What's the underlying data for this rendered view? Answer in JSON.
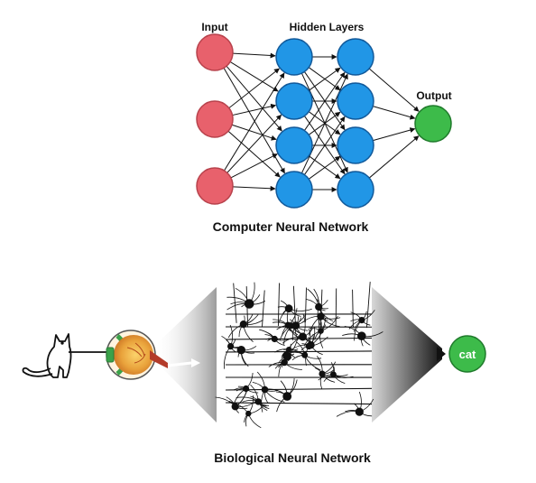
{
  "top_diagram": {
    "input_label": "Input",
    "hidden_label": "Hidden Layers",
    "output_label": "Output",
    "caption": "Computer Neural Network",
    "input_count": 3,
    "hidden_layer_count": 2,
    "hidden_nodes_per_layer": 4,
    "output_count": 1,
    "colors": {
      "input": "#e8616c",
      "hidden": "#2196e6",
      "output": "#3dbb4a"
    }
  },
  "bottom_diagram": {
    "output_word": "cat",
    "caption": "Biological Neural Network",
    "colors": {
      "output": "#3dbb4a",
      "eye_iris": "#e9a23b"
    },
    "icons": [
      "cat-icon",
      "eye-icon",
      "neuron-cluster-icon"
    ]
  }
}
